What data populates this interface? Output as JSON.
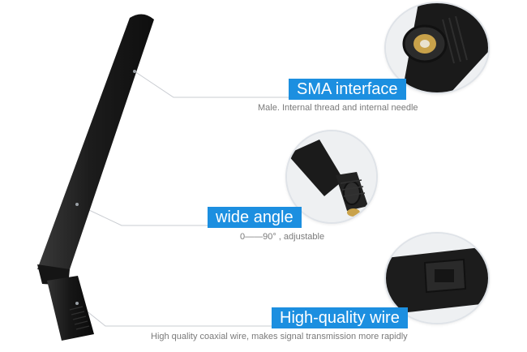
{
  "colors": {
    "accent": "#1c8fe0",
    "antenna": "#1f1f1f",
    "leader": "#c9ccd1",
    "caption": "#7a7a7a"
  },
  "features": [
    {
      "title": "SMA interface",
      "caption": "Male. Internal thread and internal needle",
      "icon": "sma-connector-closeup"
    },
    {
      "title": "wide angle",
      "caption": "0——90° , adjustable",
      "icon": "hinge-closeup"
    },
    {
      "title": "High-quality wire",
      "caption": "High quality coaxial wire, makes signal transmission more rapidly",
      "icon": "coaxial-wire-closeup"
    }
  ]
}
